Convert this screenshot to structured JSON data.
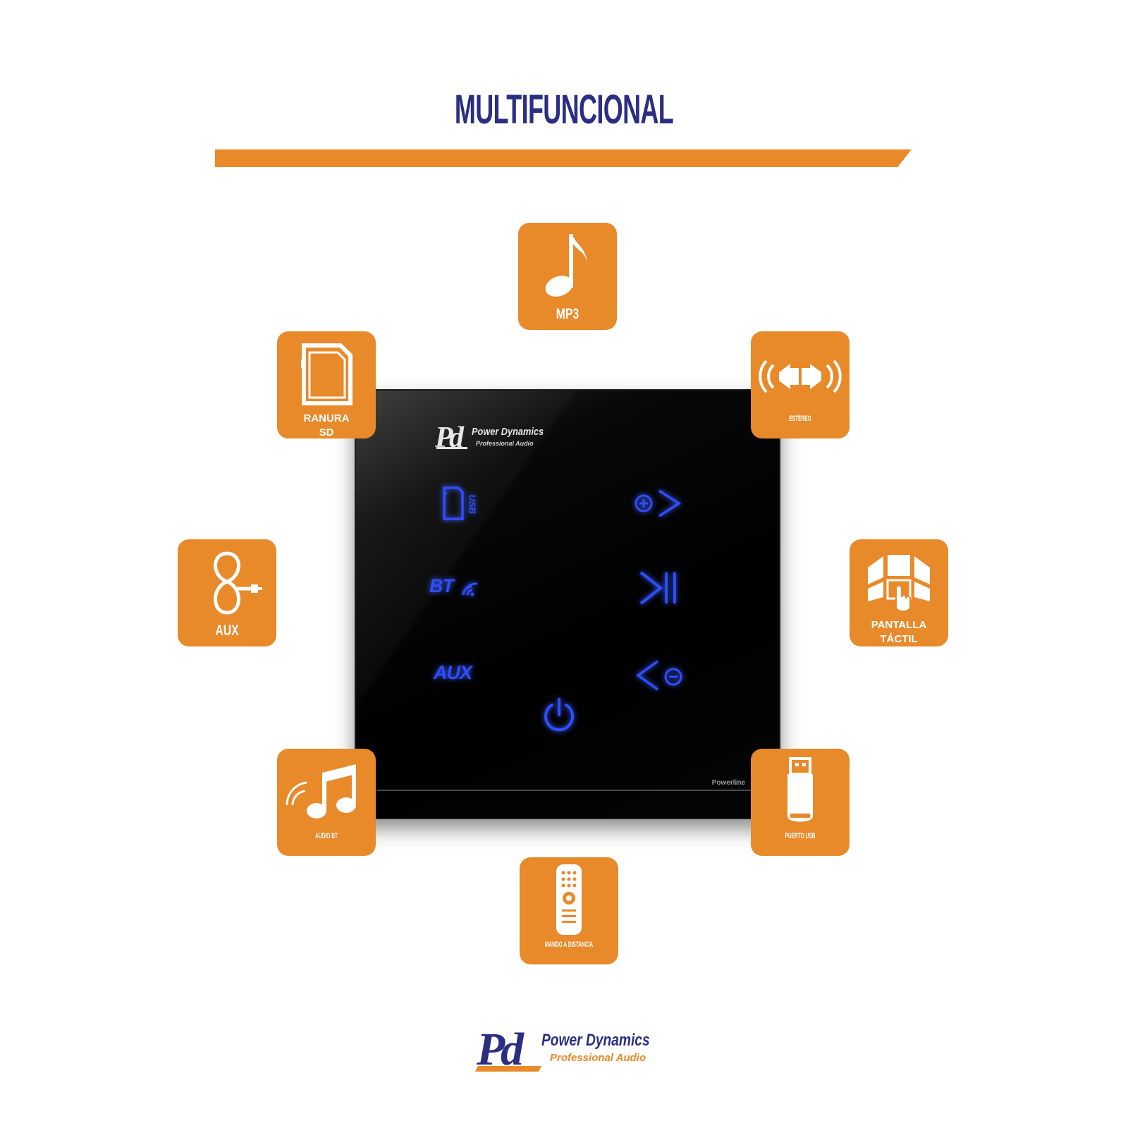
{
  "title": "MULTIFUNCIONAL",
  "colors": {
    "accent": "#e8892a",
    "brand_blue": "#2b2e83",
    "key_blue": "#2f4dff"
  },
  "features": [
    {
      "id": "mp3",
      "label": "MP3",
      "icon": "music-note-icon"
    },
    {
      "id": "sd",
      "label": "RANURA SD",
      "icon": "sd-card-icon"
    },
    {
      "id": "stereo",
      "label": "ESTÉREO",
      "icon": "stereo-speakers-icon"
    },
    {
      "id": "aux",
      "label": "AUX",
      "icon": "aux-cable-icon"
    },
    {
      "id": "touch",
      "label": "PANTALLA TÁCTIL",
      "icon": "touch-screen-icon"
    },
    {
      "id": "bt_audio",
      "label": "AUDIO BT",
      "icon": "bluetooth-music-icon"
    },
    {
      "id": "usb",
      "label": "PUERTO USB",
      "icon": "usb-drive-icon"
    },
    {
      "id": "remote",
      "label": "MANDO A DISTANCIA",
      "icon": "remote-control-icon"
    }
  ],
  "device": {
    "brand": "Power Dynamics",
    "tagline": "Professional Audio",
    "series": "Powerline",
    "keys": {
      "bt": "BT",
      "aux": "AUX",
      "usb": "USB"
    }
  },
  "footer": {
    "brand": "Power Dynamics",
    "tagline": "Professional Audio"
  }
}
